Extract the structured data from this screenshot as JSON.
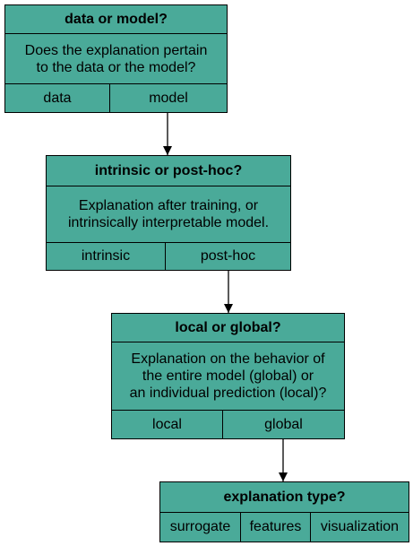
{
  "colors": {
    "node_fill": "#4aaa99",
    "stroke": "#000000"
  },
  "nodes": [
    {
      "id": "data-or-model",
      "title": "data or model?",
      "description_lines": [
        "Does the explanation pertain",
        "to the data or the model?"
      ],
      "options": [
        "data",
        "model"
      ]
    },
    {
      "id": "intrinsic-or-post-hoc",
      "title": "intrinsic or post-hoc?",
      "description_lines": [
        "Explanation after training, or",
        "intrinsically interpretable model."
      ],
      "options": [
        "intrinsic",
        "post-hoc"
      ]
    },
    {
      "id": "local-or-global",
      "title": "local or global?",
      "description_lines": [
        "Explanation on the behavior of",
        "the entire model (global) or",
        "an individual prediction (local)?"
      ],
      "options": [
        "local",
        "global"
      ]
    },
    {
      "id": "explanation-type",
      "title": "explanation type?",
      "description_lines": [],
      "options": [
        "surrogate",
        "features",
        "visualization"
      ]
    }
  ],
  "edges": [
    {
      "from": "data-or-model",
      "from_option": "model",
      "to": "intrinsic-or-post-hoc"
    },
    {
      "from": "intrinsic-or-post-hoc",
      "from_option": "post-hoc",
      "to": "local-or-global"
    },
    {
      "from": "local-or-global",
      "from_option": "global",
      "to": "explanation-type"
    }
  ]
}
